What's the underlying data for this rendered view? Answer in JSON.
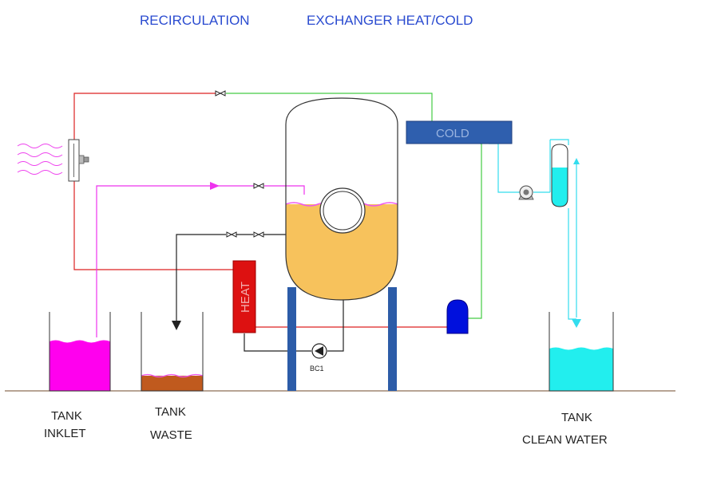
{
  "header": {
    "title_left": "RECIRCULATION",
    "title_right": "EXCHANGER  HEAT/COLD"
  },
  "labels": {
    "cold": "COLD",
    "heat": "HEAT",
    "pump": "BC1",
    "tank_inlet_line1": "TANK",
    "tank_inlet_line2": "INKLET",
    "tank_waste_line1": "TANK",
    "tank_waste_line2": "WASTE",
    "tank_clean_line1": "TANK",
    "tank_clean_line2": "CLEAN WATER"
  },
  "colors": {
    "title": "#2a4bd0",
    "vessel_liquid": "#f7c25c",
    "vessel_leg": "#2c5ca8",
    "cold_block": "#2f5fae",
    "cold_text": "#9ab4e0",
    "heat_block": "#dd1111",
    "heat_text": "#f3b0b0",
    "inlet_liquid": "#ff00ee",
    "waste_liquid": "#c05a1e",
    "clean_liquid": "#22eeee",
    "pipe_red": "#dd2222",
    "pipe_green": "#44cc44",
    "pipe_magenta": "#ee33ee",
    "pipe_black": "#222222",
    "pipe_cyan": "#33ddee",
    "blue_vessel": "#0010dd",
    "ground": "#8c6e55"
  },
  "icons": {
    "fan": "radiator-fan-icon",
    "pump": "pump-icon",
    "valve": "valve-icon",
    "flow": "flow-arrow-icon"
  }
}
